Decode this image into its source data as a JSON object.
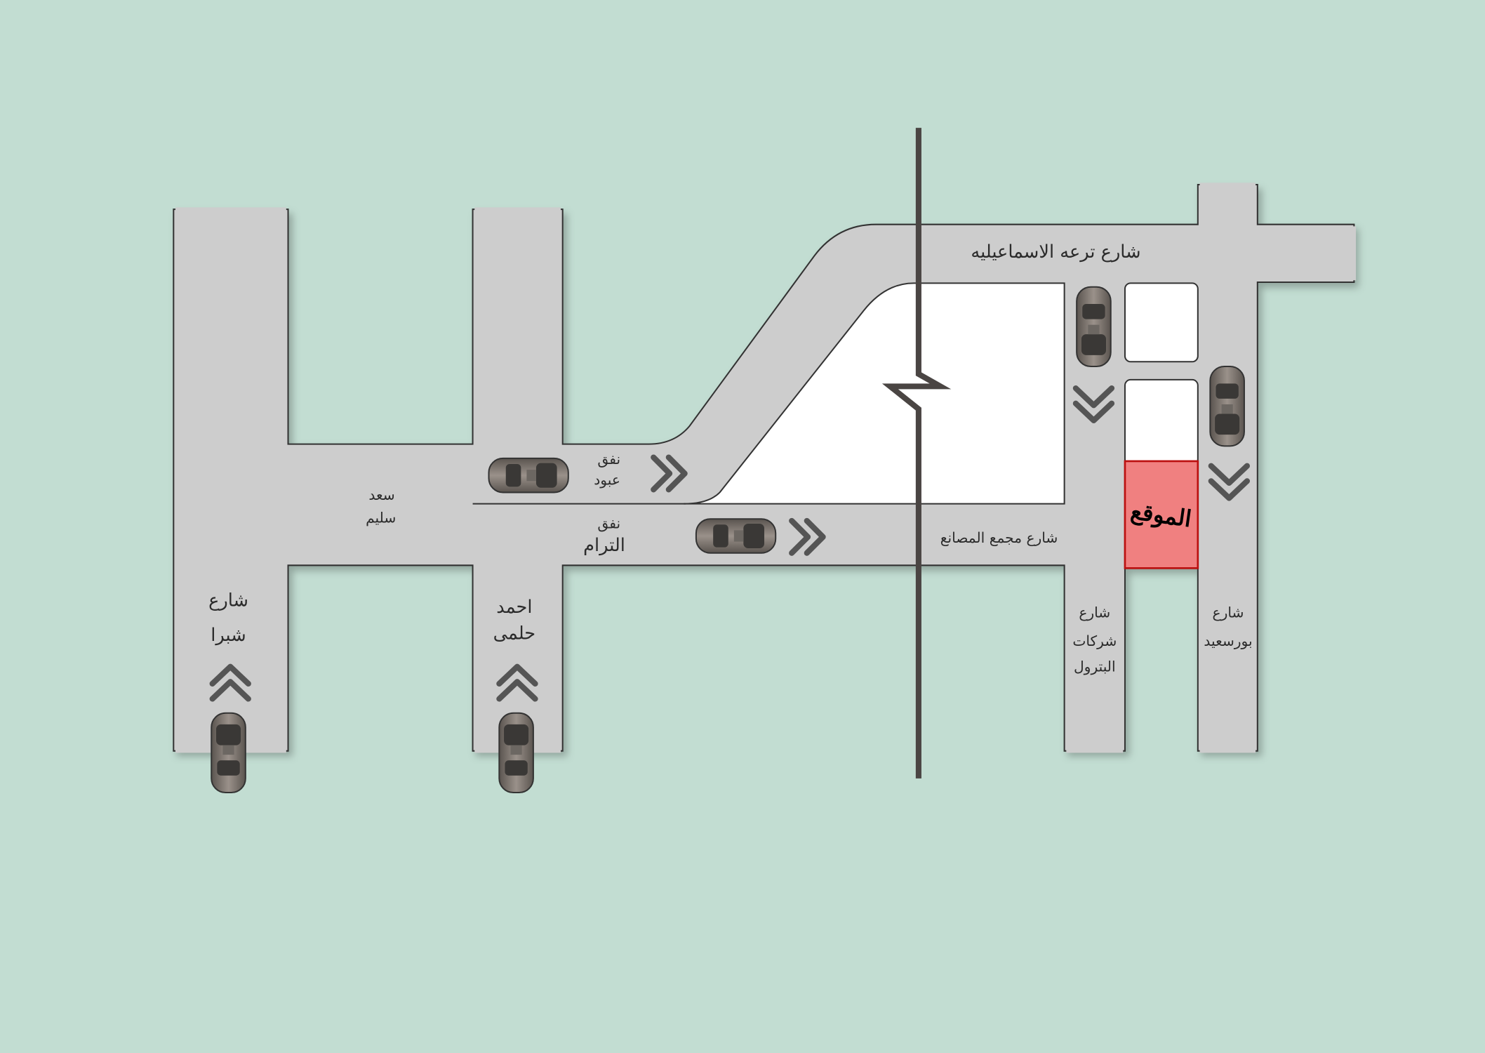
{
  "map": {
    "colors": {
      "background": "#c2ddd2",
      "road": "#cdcdcd",
      "block": "#ffffff",
      "site": "#f08080",
      "rail": "#4a4543"
    },
    "streets": {
      "ismailia_canal": "شارع ترعه الاسماعيليه",
      "abboud_tunnel_1": "نفق",
      "abboud_tunnel_2": "عبود",
      "saad_selim_1": "سعد",
      "saad_selim_2": "سليم",
      "tram_tunnel_1": "نفق",
      "tram_tunnel_2": "الترام",
      "factories_complex": "شارع مجمع المصانع",
      "shubra_1": "شارع",
      "shubra_2": "شبرا",
      "ahmed_helmy_1": "احمد",
      "ahmed_helmy_2": "حلمى",
      "petroleum_1": "شارع",
      "petroleum_2": "شركات",
      "petroleum_3": "البترول",
      "port_said_1": "شارع",
      "port_said_2": "بورسعيد"
    },
    "site_label": "الموقع"
  }
}
